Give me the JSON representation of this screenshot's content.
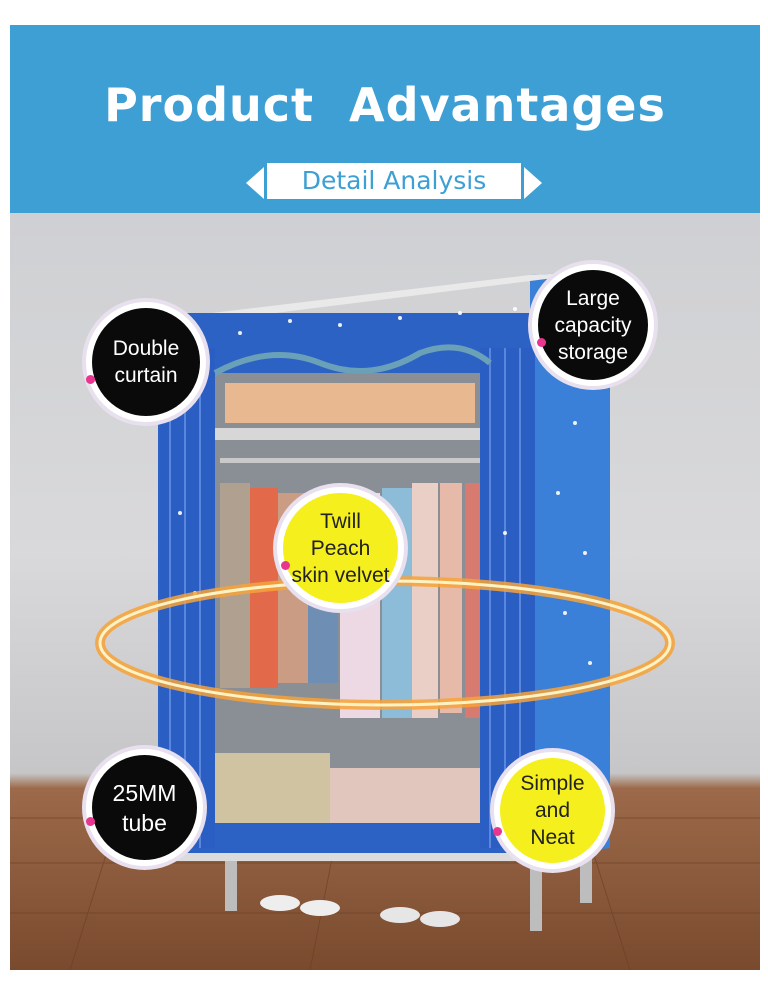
{
  "header": {
    "title": "Product   Advantages",
    "subtitle": "Detail Analysis"
  },
  "features": {
    "double_curtain": {
      "line1": "Double",
      "line2": "curtain"
    },
    "large_capacity": {
      "line1": "Large",
      "line2": "capacity",
      "line3": "storage"
    },
    "twill_peach": {
      "line1": "Twill Peach",
      "line2": "skin velvet"
    },
    "tube": {
      "line1": "25MM",
      "line2": "tube"
    },
    "simple_neat": {
      "line1": "Simple",
      "line2": "and",
      "line3": "Neat"
    }
  },
  "colors": {
    "banner": "#3d9fd4",
    "wardrobe_fabric": "#2f6ed0",
    "highlight_ring": "#f7a23a",
    "accent_dot": "#e8368f",
    "badge_yellow": "#f5ef1e"
  }
}
